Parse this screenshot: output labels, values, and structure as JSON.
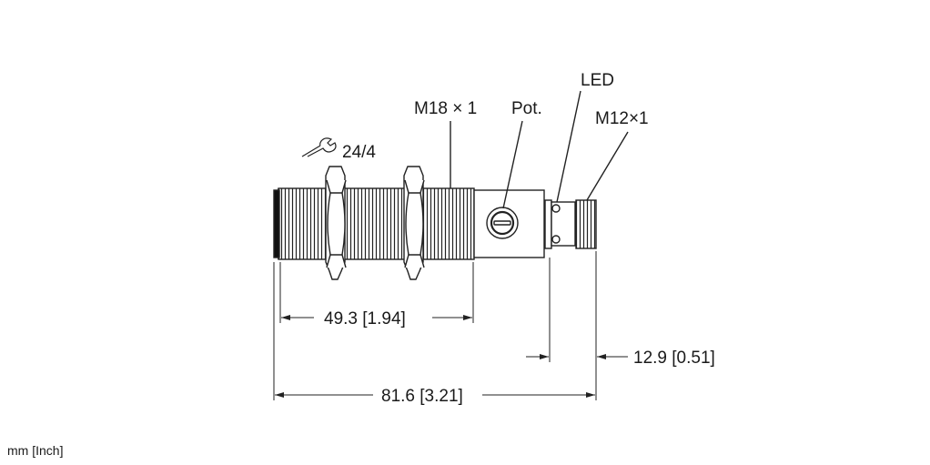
{
  "labels": {
    "thread": "M18 × 1",
    "pot": "Pot.",
    "led": "LED",
    "connector": "M12×1",
    "wrench": "24/4"
  },
  "dimensions": {
    "thread_length": "49.3 [1.94]",
    "connector_length": "12.9 [0.51]",
    "total_length": "81.6 [3.21]"
  },
  "units": "mm [Inch]",
  "icons": [
    "wrench-icon"
  ]
}
